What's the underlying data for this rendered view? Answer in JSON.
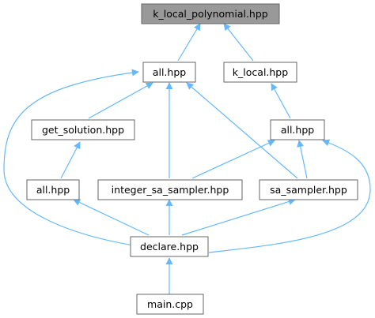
{
  "diagram": {
    "edge_color": "#63b8ff",
    "nodes": [
      {
        "id": "k_local_polynomial",
        "label": "k_local_polynomial.hpp",
        "fill": "#999999",
        "selected": true
      },
      {
        "id": "all_a",
        "label": "all.hpp",
        "fill": "#ffffff"
      },
      {
        "id": "k_local",
        "label": "k_local.hpp",
        "fill": "#ffffff"
      },
      {
        "id": "get_solution",
        "label": "get_solution.hpp",
        "fill": "#ffffff"
      },
      {
        "id": "all_b",
        "label": "all.hpp",
        "fill": "#ffffff"
      },
      {
        "id": "all_c",
        "label": "all.hpp",
        "fill": "#ffffff"
      },
      {
        "id": "integer_sa_sampler",
        "label": "integer_sa_sampler.hpp",
        "fill": "#ffffff"
      },
      {
        "id": "sa_sampler",
        "label": "sa_sampler.hpp",
        "fill": "#ffffff"
      },
      {
        "id": "declare",
        "label": "declare.hpp",
        "fill": "#ffffff"
      },
      {
        "id": "main",
        "label": "main.cpp",
        "fill": "#ffffff"
      }
    ],
    "edges": [
      {
        "from": "all_a",
        "to": "k_local_polynomial"
      },
      {
        "from": "k_local",
        "to": "k_local_polynomial"
      },
      {
        "from": "get_solution",
        "to": "all_a"
      },
      {
        "from": "integer_sa_sampler",
        "to": "all_a"
      },
      {
        "from": "sa_sampler",
        "to": "all_a"
      },
      {
        "from": "declare",
        "to": "all_a"
      },
      {
        "from": "all_c",
        "to": "k_local"
      },
      {
        "from": "all_b",
        "to": "get_solution"
      },
      {
        "from": "integer_sa_sampler",
        "to": "all_c"
      },
      {
        "from": "sa_sampler",
        "to": "all_c"
      },
      {
        "from": "declare",
        "to": "all_c"
      },
      {
        "from": "declare",
        "to": "all_b"
      },
      {
        "from": "declare",
        "to": "integer_sa_sampler"
      },
      {
        "from": "declare",
        "to": "sa_sampler"
      },
      {
        "from": "main",
        "to": "declare"
      }
    ]
  }
}
